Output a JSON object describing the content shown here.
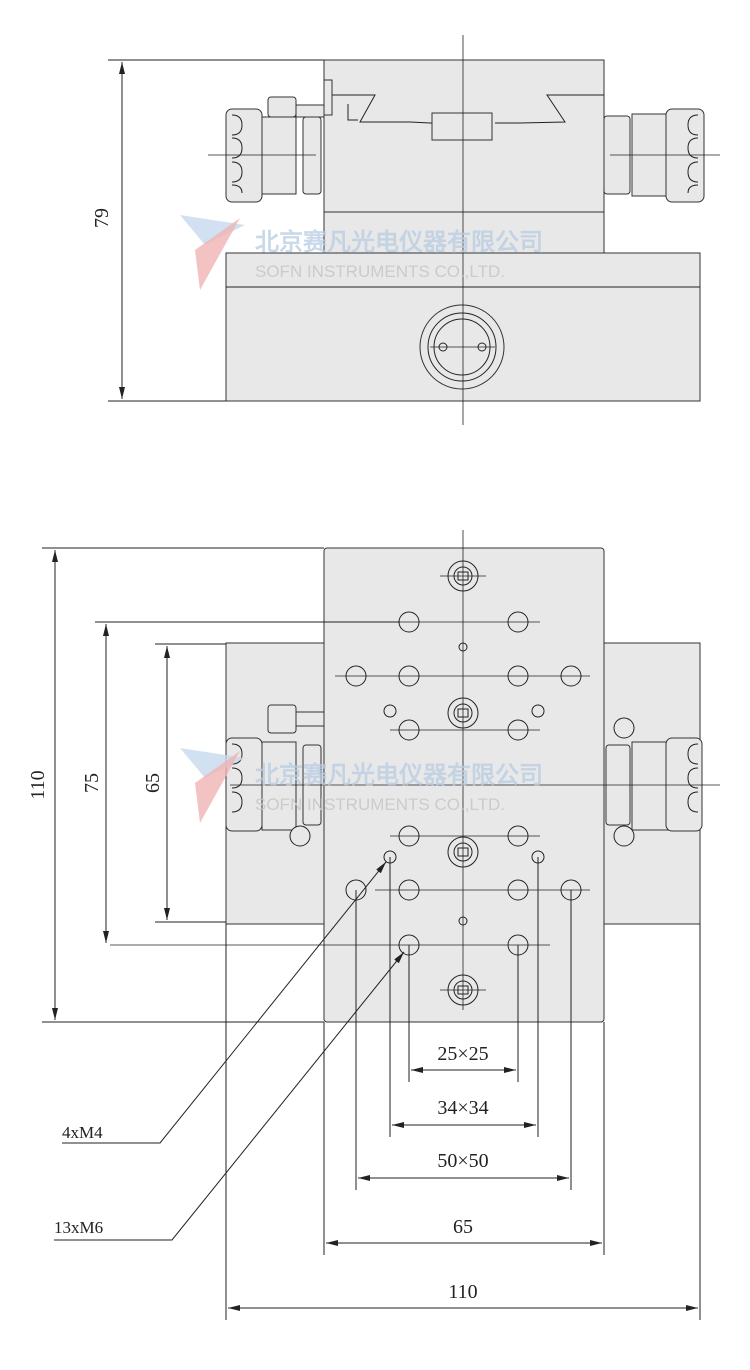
{
  "watermark": {
    "company_cn": "北京赛凡光电仪器有限公司",
    "company_en": "SOFN INSTRUMENTS CO.,LTD."
  },
  "side_view": {
    "height_dim": "79"
  },
  "top_view": {
    "height_dim_outer": "110",
    "height_dim_75": "75",
    "height_dim_65": "65",
    "width_dims": [
      "25×25",
      "34×34",
      "50×50",
      "65",
      "110"
    ],
    "callouts": [
      "4xM4",
      "13xM6"
    ]
  },
  "colors": {
    "part_fill": "#e8e8e8",
    "line": "#222222",
    "watermark_blue": "#b9cde3",
    "watermark_red": "#f0b4b4"
  }
}
